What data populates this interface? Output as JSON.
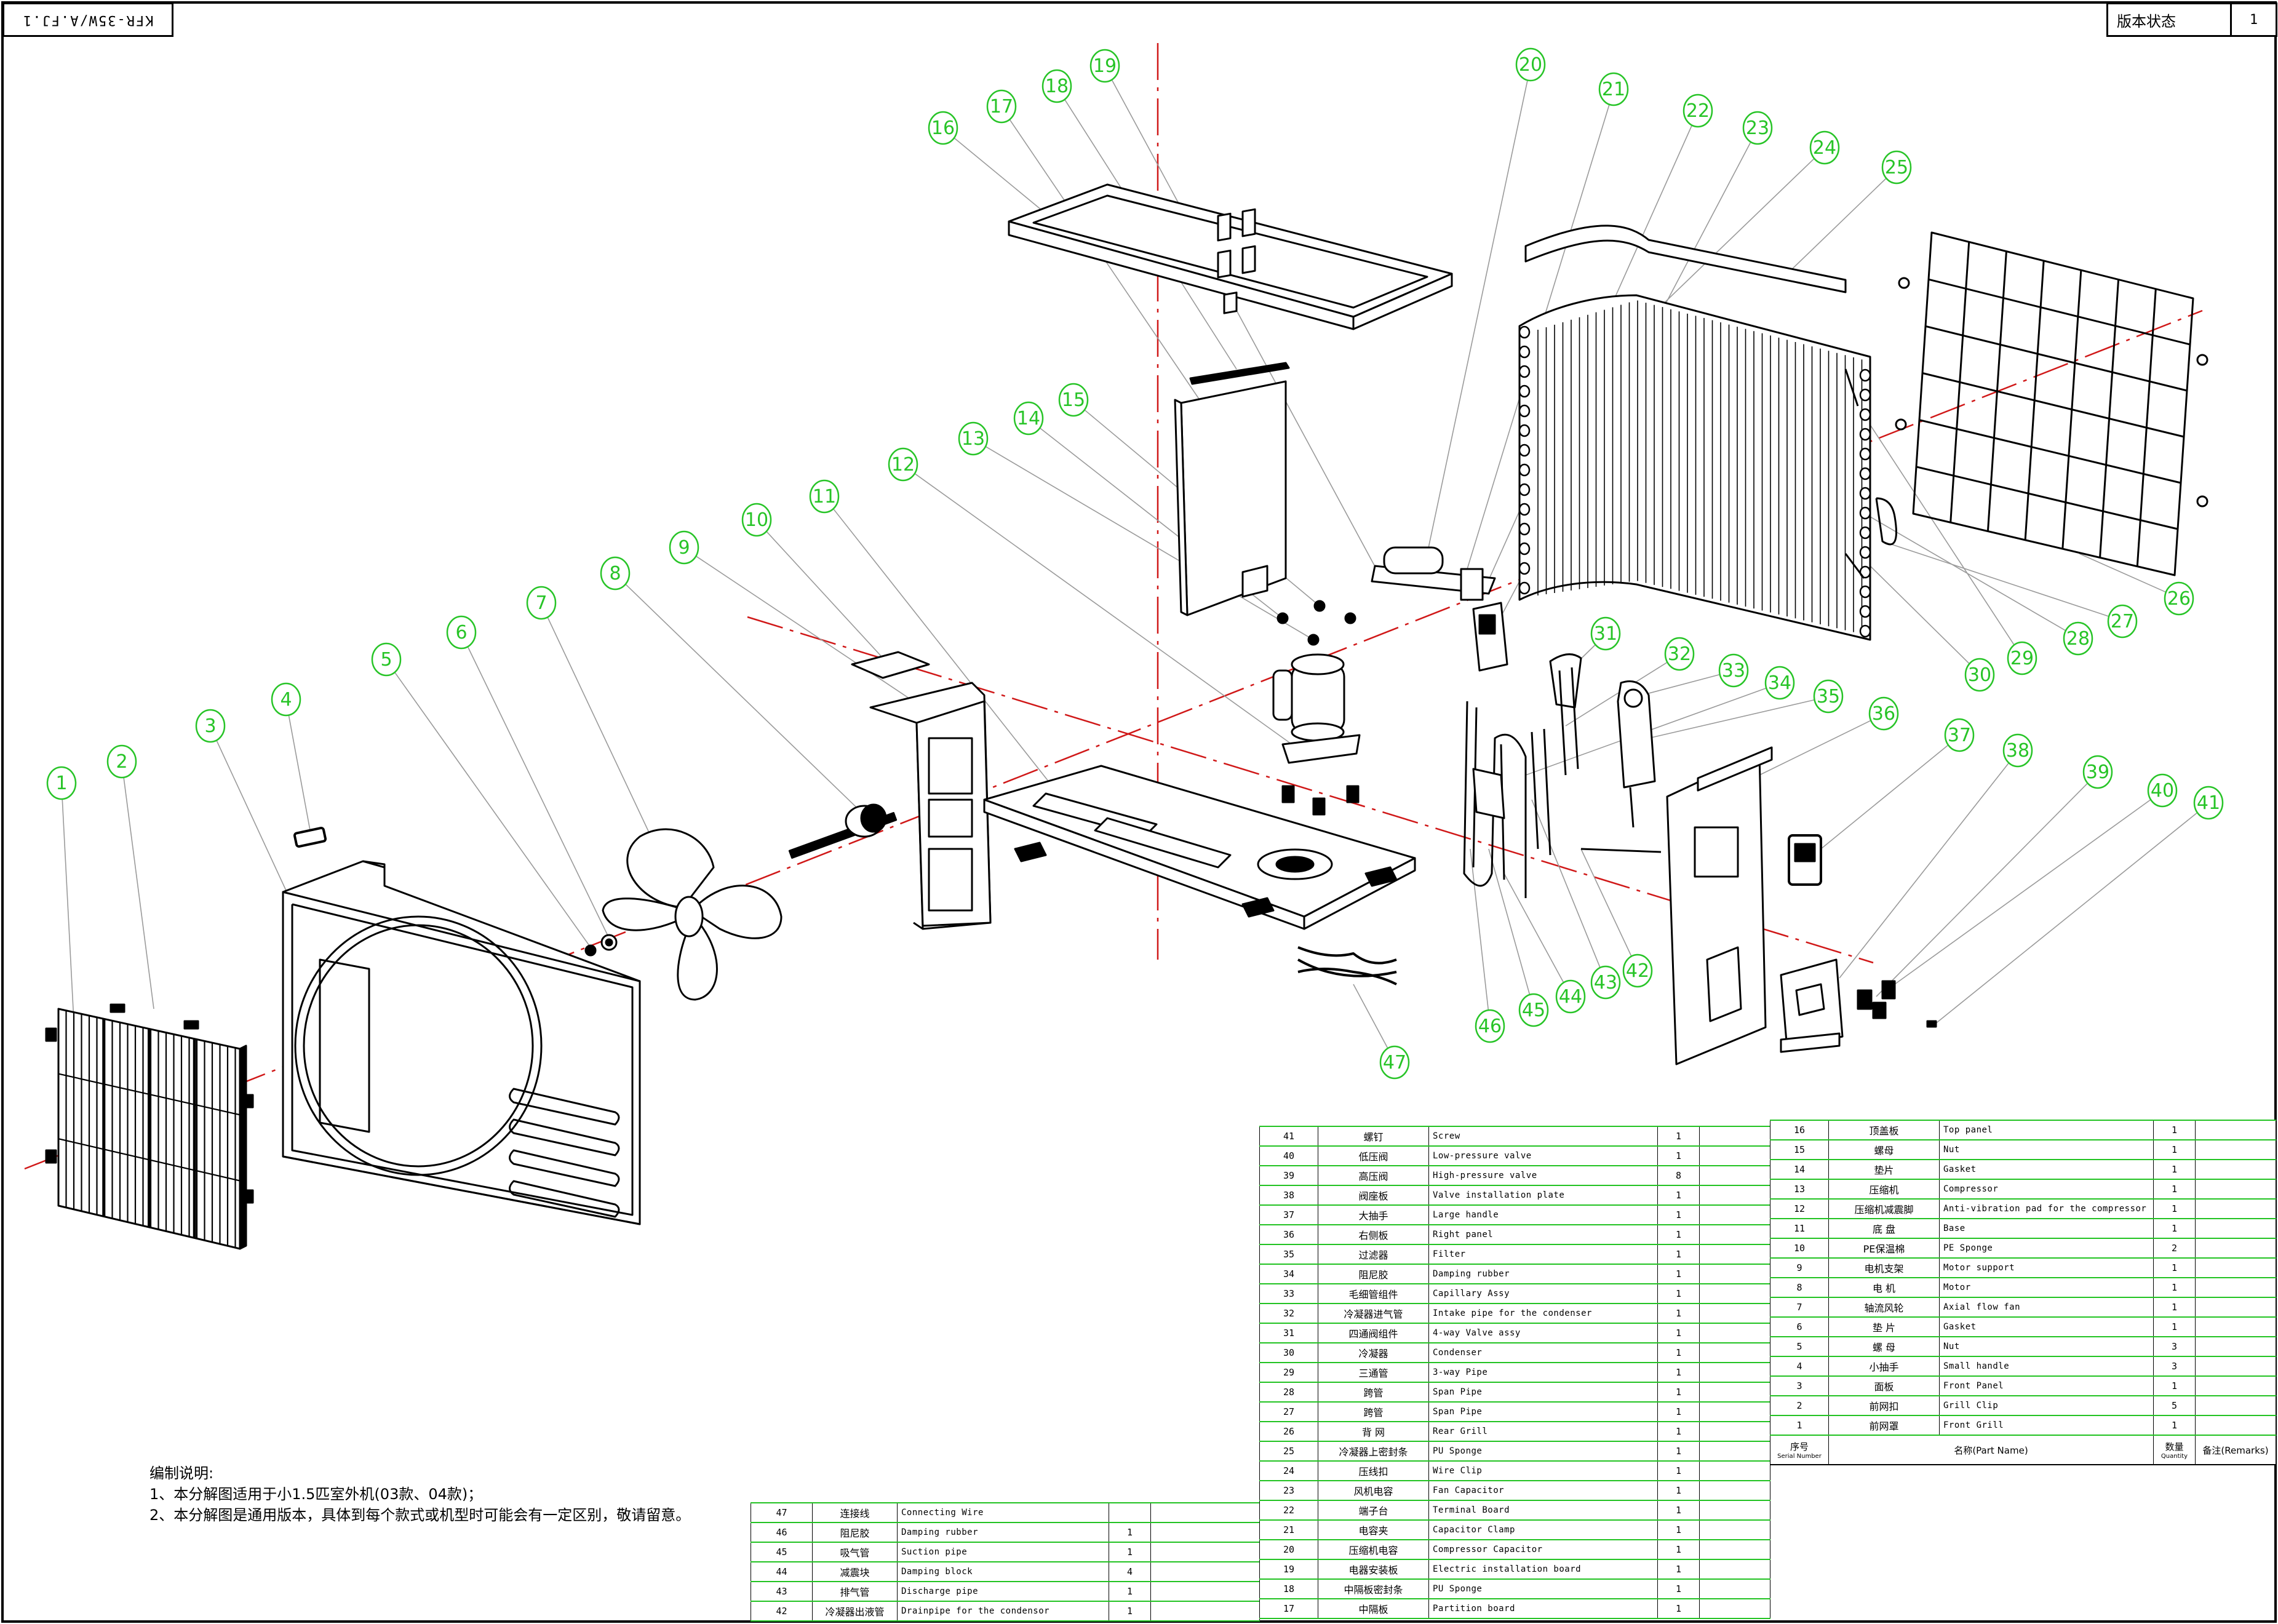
{
  "drawing_number": "KFR-35W/A.FJ.1",
  "revision_label": "版本状态",
  "revision_value": "1",
  "notes": {
    "title": "编制说明:",
    "lines": [
      "1、本分解图适用于小1.5匹室外机(03款、04款)；",
      "2、本分解图是通用版本，具体到每个款式或机型时可能会有一定区别，敬请留意。"
    ]
  },
  "callout_numbers": [
    "1",
    "2",
    "3",
    "4",
    "5",
    "6",
    "7",
    "8",
    "9",
    "10",
    "11",
    "12",
    "13",
    "14",
    "15",
    "16",
    "17",
    "18",
    "19",
    "20",
    "21",
    "22",
    "23",
    "24",
    "25",
    "26",
    "27",
    "28",
    "29",
    "30",
    "31",
    "32",
    "33",
    "34",
    "35",
    "36",
    "37",
    "38",
    "39",
    "40",
    "41",
    "42",
    "43",
    "44",
    "45",
    "46",
    "47"
  ],
  "table_left": {
    "rows": [
      {
        "no": "47",
        "cn": "连接线",
        "en": "Connecting Wire",
        "qty": ""
      },
      {
        "no": "46",
        "cn": "阻尼胶",
        "en": "Damping rubber",
        "qty": "1"
      },
      {
        "no": "45",
        "cn": "吸气管",
        "en": "Suction pipe",
        "qty": "1"
      },
      {
        "no": "44",
        "cn": "减震块",
        "en": "Damping block",
        "qty": "4"
      },
      {
        "no": "43",
        "cn": "排气管",
        "en": "Discharge pipe",
        "qty": "1"
      },
      {
        "no": "42",
        "cn": "冷凝器出液管",
        "en": "Drainpipe for the condensor",
        "qty": "1"
      }
    ]
  },
  "table_mid": {
    "rows": [
      {
        "no": "41",
        "cn": "螺钉",
        "en": "Screw",
        "qty": "1"
      },
      {
        "no": "40",
        "cn": "低压阀",
        "en": "Low-pressure valve",
        "qty": "1"
      },
      {
        "no": "39",
        "cn": "高压阀",
        "en": "High-pressure valve",
        "qty": "8"
      },
      {
        "no": "38",
        "cn": "阀座板",
        "en": "Valve installation plate",
        "qty": "1"
      },
      {
        "no": "37",
        "cn": "大抽手",
        "en": "Large handle",
        "qty": "1"
      },
      {
        "no": "36",
        "cn": "右侧板",
        "en": "Right panel",
        "qty": "1"
      },
      {
        "no": "35",
        "cn": "过滤器",
        "en": "Filter",
        "qty": "1"
      },
      {
        "no": "34",
        "cn": "阻尼胶",
        "en": "Damping rubber",
        "qty": "1"
      },
      {
        "no": "33",
        "cn": "毛细管组件",
        "en": "Capillary Assy",
        "qty": "1"
      },
      {
        "no": "32",
        "cn": "冷凝器进气管",
        "en": "Intake pipe for the condenser",
        "qty": "1"
      },
      {
        "no": "31",
        "cn": "四通阀组件",
        "en": "4-way Valve assy",
        "qty": "1"
      },
      {
        "no": "30",
        "cn": "冷凝器",
        "en": "Condenser",
        "qty": "1"
      },
      {
        "no": "29",
        "cn": "三通管",
        "en": "3-way Pipe",
        "qty": "1"
      },
      {
        "no": "28",
        "cn": "跨管",
        "en": "Span Pipe",
        "qty": "1"
      },
      {
        "no": "27",
        "cn": "跨管",
        "en": "Span Pipe",
        "qty": "1"
      },
      {
        "no": "26",
        "cn": "背 网",
        "en": "Rear Grill",
        "qty": "1"
      },
      {
        "no": "25",
        "cn": "冷凝器上密封条",
        "en": "PU Sponge",
        "qty": "1"
      },
      {
        "no": "24",
        "cn": "压线扣",
        "en": "Wire Clip",
        "qty": "1"
      },
      {
        "no": "23",
        "cn": "风机电容",
        "en": "Fan Capacitor",
        "qty": "1"
      },
      {
        "no": "22",
        "cn": "端子台",
        "en": "Terminal Board",
        "qty": "1"
      },
      {
        "no": "21",
        "cn": "电容夹",
        "en": "Capacitor Clamp",
        "qty": "1"
      },
      {
        "no": "20",
        "cn": "压缩机电容",
        "en": "Compressor Capacitor",
        "qty": "1"
      },
      {
        "no": "19",
        "cn": "电器安装板",
        "en": "Electric installation board",
        "qty": "1"
      },
      {
        "no": "18",
        "cn": "中隔板密封条",
        "en": "PU Sponge",
        "qty": "1"
      },
      {
        "no": "17",
        "cn": "中隔板",
        "en": "Partition board",
        "qty": "1"
      }
    ]
  },
  "table_right": {
    "rows": [
      {
        "no": "16",
        "cn": "顶盖板",
        "en": "Top panel",
        "qty": "1"
      },
      {
        "no": "15",
        "cn": "螺母",
        "en": "Nut",
        "qty": "1"
      },
      {
        "no": "14",
        "cn": "垫片",
        "en": "Gasket",
        "qty": "1"
      },
      {
        "no": "13",
        "cn": "压缩机",
        "en": "Compressor",
        "qty": "1"
      },
      {
        "no": "12",
        "cn": "压缩机减震脚",
        "en": "Anti-vibration pad for the compressor",
        "qty": "1"
      },
      {
        "no": "11",
        "cn": "底 盘",
        "en": "Base",
        "qty": "1"
      },
      {
        "no": "10",
        "cn": "PE保温棉",
        "en": "PE Sponge",
        "qty": "2"
      },
      {
        "no": "9",
        "cn": "电机支架",
        "en": "Motor support",
        "qty": "1"
      },
      {
        "no": "8",
        "cn": "电 机",
        "en": "Motor",
        "qty": "1"
      },
      {
        "no": "7",
        "cn": "轴流风轮",
        "en": "Axial flow fan",
        "qty": "1"
      },
      {
        "no": "6",
        "cn": "垫 片",
        "en": "Gasket",
        "qty": "1"
      },
      {
        "no": "5",
        "cn": "螺 母",
        "en": "Nut",
        "qty": "3"
      },
      {
        "no": "4",
        "cn": "小抽手",
        "en": "Small handle",
        "qty": "3"
      },
      {
        "no": "3",
        "cn": "面板",
        "en": "Front Panel",
        "qty": "1"
      },
      {
        "no": "2",
        "cn": "前网扣",
        "en": "Grill Clip",
        "qty": "5"
      },
      {
        "no": "1",
        "cn": "前网罩",
        "en": "Front Grill",
        "qty": "1"
      }
    ],
    "header": {
      "serial_cn": "序号",
      "serial_en": "Serial Number",
      "name": "名称(Part Name)",
      "qty_cn": "数量",
      "qty_en": "Quantity",
      "remarks": "备注(Remarks)"
    }
  }
}
